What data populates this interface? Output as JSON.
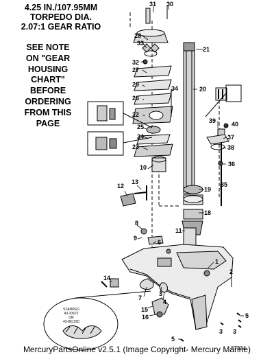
{
  "header": {
    "lines": [
      "4.25 IN./107.95MM",
      "TORPEDO DIA.",
      "2.07:1 GEAR RATIO"
    ]
  },
  "note": {
    "lines": [
      "SEE NOTE",
      "ON \"GEAR",
      "HOUSING",
      "CHART\"",
      "BEFORE",
      "ORDERING",
      "FROM THIS",
      "PAGE"
    ]
  },
  "callouts": [
    "31",
    "30",
    "28",
    "33",
    "21",
    "32",
    "27",
    "29",
    "34",
    "20",
    "26",
    "22",
    "25",
    "24",
    "23",
    "10",
    "39",
    "40",
    "37",
    "38",
    "36",
    "12",
    "13",
    "19",
    "35",
    "18",
    "8",
    "9",
    "6",
    "11",
    "1",
    "2",
    "14",
    "7",
    "3",
    "15",
    "16",
    "4",
    "5",
    "3",
    "3",
    "5"
  ],
  "stamp": {
    "lines": [
      "STAMPED",
      "43-10672",
      "OR",
      "43-861250"
    ]
  },
  "diagram_code": "37334",
  "footer": "MercuryPartsOnline v2.5.1 (Image Copyright- Mercury Marine)"
}
